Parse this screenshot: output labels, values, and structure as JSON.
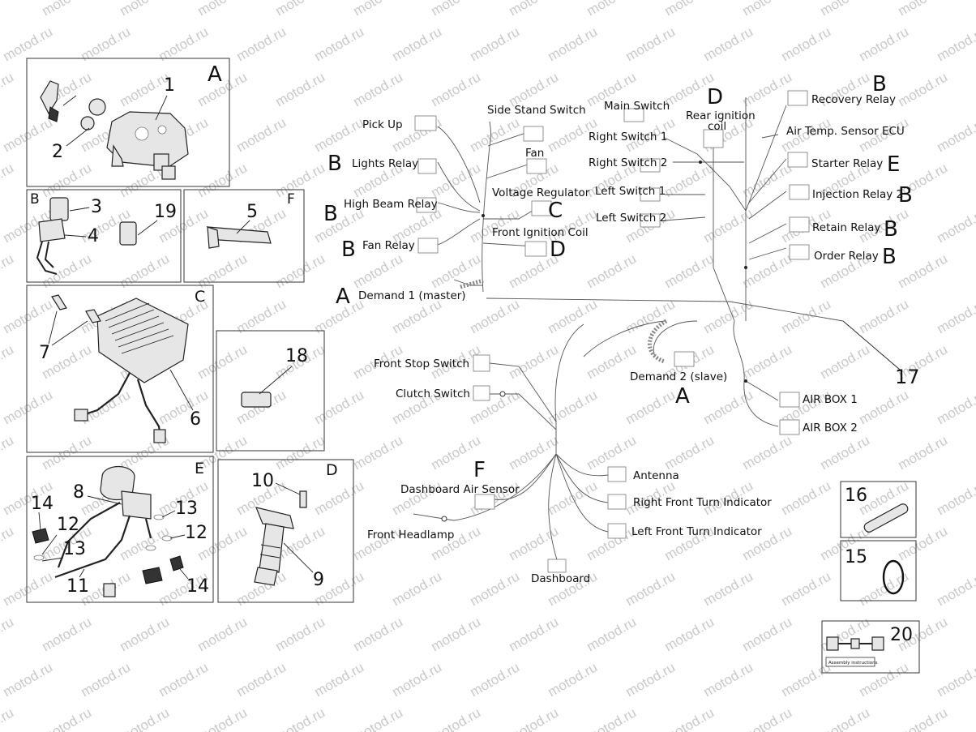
{
  "watermark": "motod.ru",
  "panels": {
    "A": {
      "letter": "A",
      "items": [
        "1",
        "2"
      ]
    },
    "B": {
      "letter": "B",
      "items": [
        "3",
        "4",
        "19"
      ]
    },
    "F": {
      "letter": "F",
      "items": [
        "5"
      ]
    },
    "C": {
      "letter": "C",
      "items": [
        "7",
        "6"
      ]
    },
    "P18": {
      "items": [
        "18"
      ]
    },
    "E": {
      "letter": "E",
      "items": [
        "8",
        "14",
        "12",
        "13",
        "11",
        "13",
        "12",
        "14"
      ]
    },
    "D": {
      "letter": "D",
      "items": [
        "10",
        "9"
      ]
    },
    "P16": {
      "items": [
        "16"
      ]
    },
    "P15": {
      "items": [
        "15"
      ]
    },
    "P20": {
      "items": [
        "20"
      ],
      "card_text": "Assembly instructions"
    }
  },
  "wiring": {
    "labels": {
      "pick_up": "Pick Up",
      "lights_relay": "Lights Relay",
      "high_beam_relay": "High Beam Relay",
      "fan_relay": "Fan Relay",
      "demand1": "Demand 1 (master)",
      "side_stand_switch": "Side Stand Switch",
      "fan": "Fan",
      "voltage_regulator": "Voltage Regulator",
      "front_ignition_coil": "Front Ignition Coil",
      "main_switch": "Main Switch",
      "right_switch_1": "Right Switch 1",
      "right_switch_2": "Right Switch 2",
      "left_switch_1": "Left Switch 1",
      "left_switch_2": "Left Switch 2",
      "rear_ignition_coil_1": "Rear ignition",
      "rear_ignition_coil_2": "coil",
      "recovery_relay": "Recovery Relay",
      "air_temp_sensor": "Air Temp. Sensor ECU",
      "starter_relay": "Starter Relay",
      "injection_relay": "Injection Relay 2",
      "retain_relay": "Retain Relay",
      "order_relay": "Order Relay",
      "front_stop_switch": "Front Stop Switch",
      "clutch_switch": "Clutch Switch",
      "demand2": "Demand 2 (slave)",
      "air_box_1": "AIR BOX 1",
      "air_box_2": "AIR BOX 2",
      "dashboard_air_sensor": "Dashboard Air Sensor",
      "front_headlamp": "Front Headlamp",
      "dashboard": "Dashboard",
      "antenna": "Antenna",
      "right_front_turn": "Right Front Turn Indicator",
      "left_front_turn": "Left Front Turn Indicator"
    },
    "letters": {
      "b_lights": "B",
      "b_high_beam": "B",
      "b_fan": "B",
      "a_demand1": "A",
      "c_voltage": "C",
      "d_front_coil": "D",
      "d_rear_coil": "D",
      "b_recovery": "B",
      "e_starter": "E",
      "b_injection": "B",
      "b_retain": "B",
      "b_order": "B",
      "a_demand2": "A",
      "f_dash_air": "F"
    },
    "item_17": "17"
  }
}
